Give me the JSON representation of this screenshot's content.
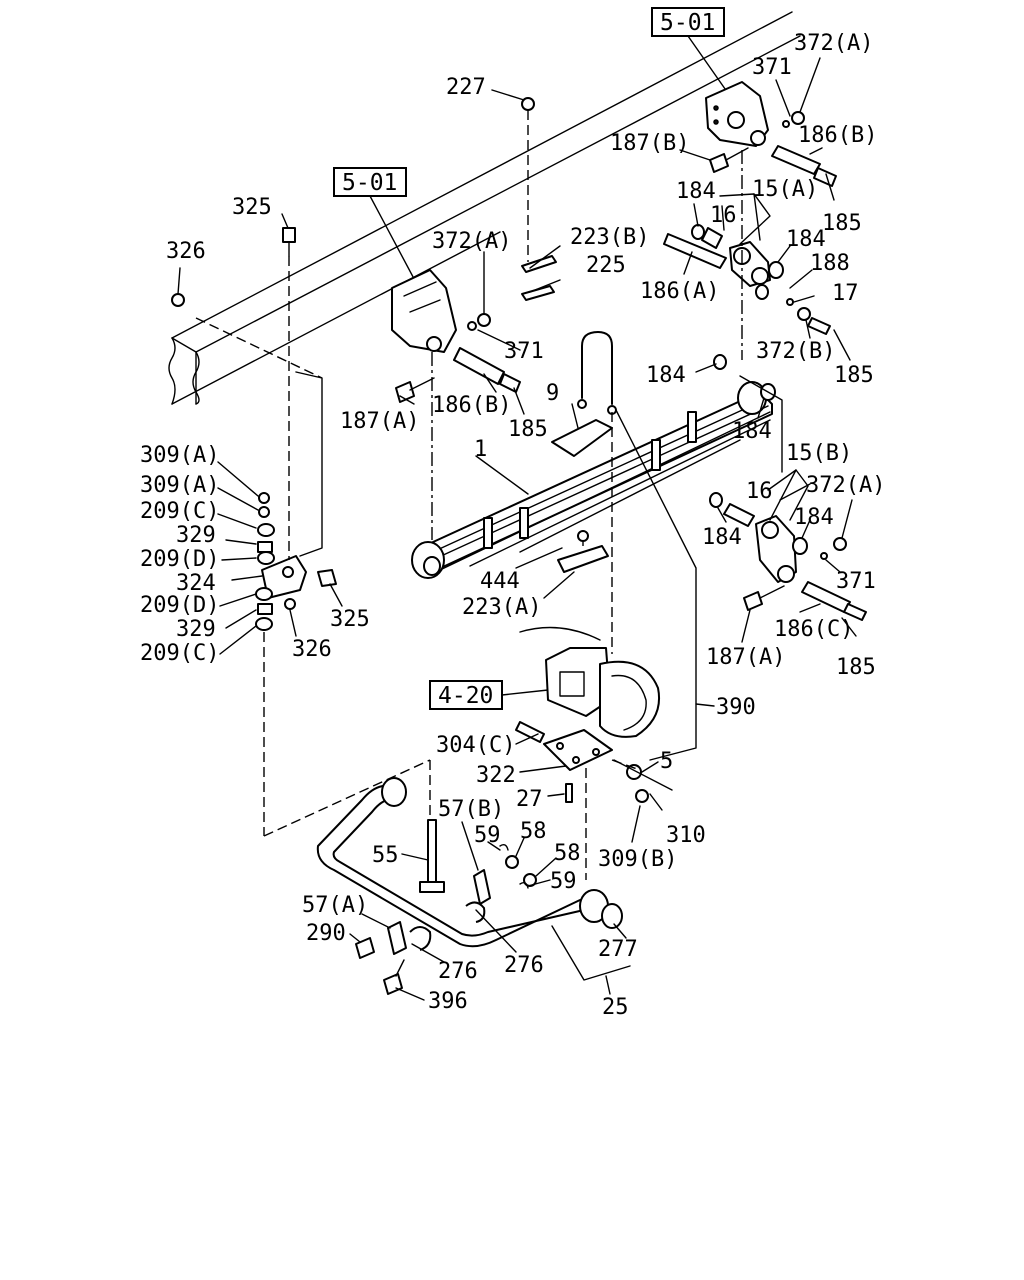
{
  "references": {
    "frame_top": "5-01",
    "frame_left": "5-01",
    "axle": "4-20"
  },
  "labels": {
    "p1": "1",
    "p5": "5",
    "p9": "9",
    "p15a": "15(A)",
    "p15b": "15(B)",
    "p16a": "16",
    "p16b": "16",
    "p17": "17",
    "p25": "25",
    "p27": "27",
    "p55": "55",
    "p57a": "57(A)",
    "p57b": "57(B)",
    "p58a": "58",
    "p58b": "58",
    "p59a": "59",
    "p59b": "59",
    "p184a": "184",
    "p184b": "184",
    "p184c": "184",
    "p184d": "184",
    "p184e": "184",
    "p184f": "184",
    "p185a": "185",
    "p185b": "185",
    "p185c": "185",
    "p185d": "185",
    "p186a": "186(A)",
    "p186b_top": "186(B)",
    "p186b_left": "186(B)",
    "p186c": "186(C)",
    "p187a_left": "187(A)",
    "p187a_right": "187(A)",
    "p187b": "187(B)",
    "p188": "188",
    "p209c_top": "209(C)",
    "p209d_top": "209(D)",
    "p209d_bot": "209(D)",
    "p209c_bot": "209(C)",
    "p223a": "223(A)",
    "p223b": "223(B)",
    "p225": "225",
    "p227": "227",
    "p276a": "276",
    "p276b": "276",
    "p277": "277",
    "p290": "290",
    "p304c": "304(C)",
    "p309a_1": "309(A)",
    "p309a_2": "309(A)",
    "p309b": "309(B)",
    "p310": "310",
    "p322": "322",
    "p324": "324",
    "p325a": "325",
    "p325b": "325",
    "p326a": "326",
    "p326b": "326",
    "p329a": "329",
    "p329b": "329",
    "p371a": "371",
    "p371b": "371",
    "p371c": "371",
    "p372a_top": "372(A)",
    "p372a_left": "372(A)",
    "p372a_right": "372(A)",
    "p372b": "372(B)",
    "p390": "390",
    "p396": "396",
    "p444": "444"
  }
}
